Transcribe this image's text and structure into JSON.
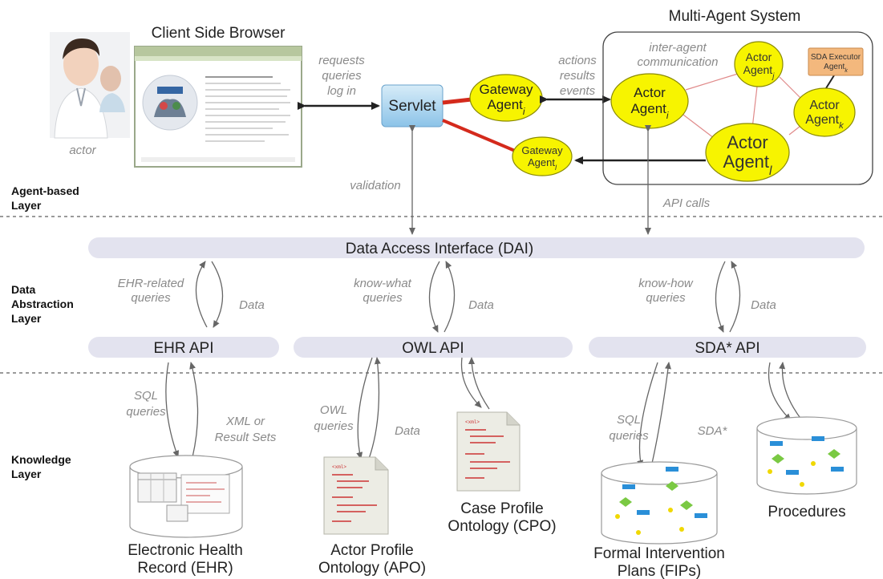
{
  "layers": {
    "agent": "Agent-based\nLayer",
    "data": "Data\nAbstraction\nLayer",
    "knowledge": "Knowledge\nLayer"
  },
  "actor": {
    "label": "actor"
  },
  "browser": {
    "title": "Client Side Browser"
  },
  "servlet": {
    "label": "Servlet"
  },
  "mas": {
    "title": "Multi-Agent System"
  },
  "agents": {
    "gateway_i": "Gateway\nAgent_i",
    "gateway_l": "Gateway\nAgent_l",
    "actor_i": "Actor\nAgent_i",
    "actor_j": "Actor\nAgent_j",
    "actor_k": "Actor\nAgent_k",
    "actor_l": "Actor\nAgent_l",
    "sda_executor": "SDA Executor\nAgent_k"
  },
  "edge_labels": {
    "requests": "requests\nqueries\nlog in",
    "actions": "actions\nresults\nevents",
    "inter_agent": "inter-agent\ncommunication",
    "validation": "validation",
    "api_calls": "API calls",
    "ehr_queries": "EHR-related\nqueries",
    "data_ehr": "Data",
    "know_what": "know-what\nqueries",
    "data_owl": "Data",
    "know_how": "know-how\nqueries",
    "data_sda": "Data",
    "sql_ehr": "SQL\nqueries",
    "xml": "XML or\nResult Sets",
    "owl_queries": "OWL\nqueries",
    "data_apo": "Data",
    "sql_fip": "SQL\nqueries",
    "sda_star": "SDA*"
  },
  "interfaces": {
    "dai": "Data Access Interface (DAI)",
    "ehr_api": "EHR API",
    "owl_api": "OWL API",
    "sda_api": "SDA* API"
  },
  "knowledge": {
    "ehr": "Electronic Health\nRecord (EHR)",
    "apo": "Actor Profile\nOntology (APO)",
    "cpo": "Case Profile\nOntology (CPO)",
    "fip": "Formal Intervention\nPlans (FIPs)",
    "procedures": "Procedures"
  },
  "doc_snippet": "<xml>"
}
